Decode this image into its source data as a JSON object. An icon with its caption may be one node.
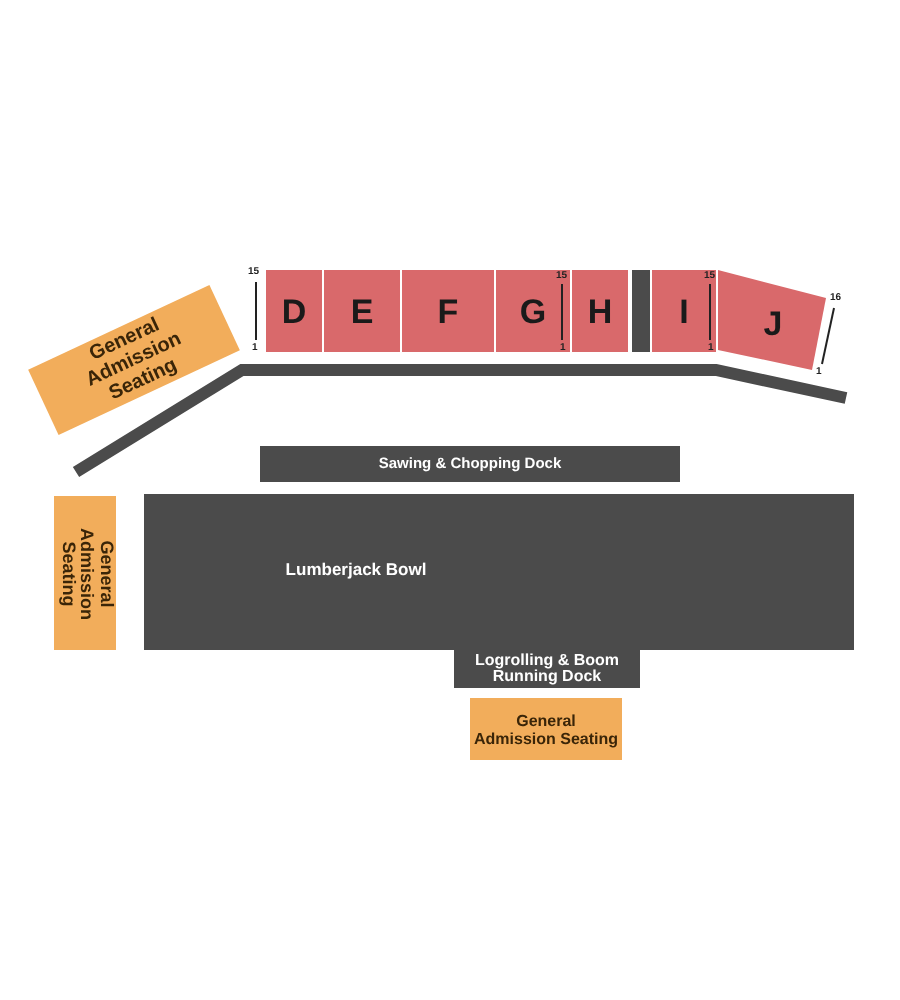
{
  "diagram": {
    "nodes": [
      {
        "text": [
          "General Admission Seating"
        ]
      },
      {
        "text": [
          "D"
        ],
        "beside": [
          "15",
          "1"
        ]
      },
      {
        "text": [
          "E"
        ]
      },
      {
        "text": [
          "F"
        ]
      },
      {
        "text": [
          "G",
          "15",
          "1"
        ]
      },
      {
        "text": [
          "H"
        ]
      },
      {
        "text": [],
        "shape": "bar"
      },
      {
        "text": [
          "I",
          "15",
          "1"
        ]
      },
      {
        "text": [
          "J"
        ],
        "beside": [
          "16",
          "1"
        ]
      },
      {
        "text": [
          "Sawing & Chopping Dock"
        ]
      },
      {
        "text": [
          "General Admission Seating"
        ]
      },
      {
        "text": [
          "Lumberjack Bowl"
        ]
      },
      {
        "text": [
          "Logrolling & Boom Running Dock"
        ]
      },
      {
        "text": [
          "General Admission Seating"
        ]
      }
    ]
  }
}
